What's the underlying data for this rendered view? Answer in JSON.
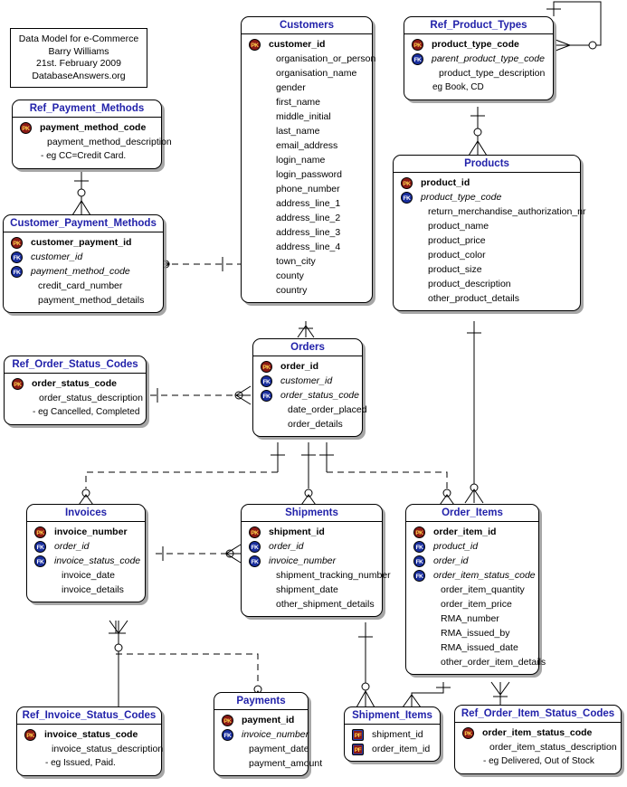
{
  "diagram": {
    "title": "Data Model for e-Commerce",
    "author": "Barry Williams",
    "date": "21st. February 2009",
    "site": "DatabaseAnswers.org",
    "notation": "crows-foot",
    "colors": {
      "entity_title": "#2222aa",
      "pk_badge": "#8b1a16",
      "fk_badge": "#1a2f9e",
      "background": "#ffffff",
      "line": "#000000"
    }
  },
  "entities": {
    "ref_payment_methods": {
      "name": "Ref_Payment_Methods",
      "attrs": [
        {
          "key": "PK",
          "name": "payment_method_code"
        },
        {
          "key": "",
          "name": "payment_method_description"
        },
        {
          "key": "",
          "name": "- eg CC=Credit Card."
        }
      ]
    },
    "customer_payment_methods": {
      "name": "Customer_Payment_Methods",
      "attrs": [
        {
          "key": "PK",
          "name": "customer_payment_id"
        },
        {
          "key": "FK",
          "name": "customer_id"
        },
        {
          "key": "FK",
          "name": "payment_method_code"
        },
        {
          "key": "",
          "name": "credit_card_number"
        },
        {
          "key": "",
          "name": "payment_method_details"
        }
      ]
    },
    "customers": {
      "name": "Customers",
      "attrs": [
        {
          "key": "PK",
          "name": "customer_id"
        },
        {
          "key": "",
          "name": "organisation_or_person"
        },
        {
          "key": "",
          "name": "organisation_name"
        },
        {
          "key": "",
          "name": "gender"
        },
        {
          "key": "",
          "name": "first_name"
        },
        {
          "key": "",
          "name": "middle_initial"
        },
        {
          "key": "",
          "name": "last_name"
        },
        {
          "key": "",
          "name": "email_address"
        },
        {
          "key": "",
          "name": "login_name"
        },
        {
          "key": "",
          "name": "login_password"
        },
        {
          "key": "",
          "name": "phone_number"
        },
        {
          "key": "",
          "name": "address_line_1"
        },
        {
          "key": "",
          "name": "address_line_2"
        },
        {
          "key": "",
          "name": "address_line_3"
        },
        {
          "key": "",
          "name": "address_line_4"
        },
        {
          "key": "",
          "name": "town_city"
        },
        {
          "key": "",
          "name": "county"
        },
        {
          "key": "",
          "name": "country"
        }
      ]
    },
    "ref_product_types": {
      "name": "Ref_Product_Types",
      "attrs": [
        {
          "key": "PK",
          "name": "product_type_code"
        },
        {
          "key": "FK",
          "name": "parent_product_type_code"
        },
        {
          "key": "",
          "name": "product_type_description"
        },
        {
          "key": "",
          "name": "eg Book, CD"
        }
      ]
    },
    "products": {
      "name": "Products",
      "attrs": [
        {
          "key": "PK",
          "name": "product_id"
        },
        {
          "key": "FK",
          "name": "product_type_code"
        },
        {
          "key": "",
          "name": "return_merchandise_authorization_nr"
        },
        {
          "key": "",
          "name": "product_name"
        },
        {
          "key": "",
          "name": "product_price"
        },
        {
          "key": "",
          "name": "product_color"
        },
        {
          "key": "",
          "name": "product_size"
        },
        {
          "key": "",
          "name": "product_description"
        },
        {
          "key": "",
          "name": "other_product_details"
        }
      ]
    },
    "ref_order_status_codes": {
      "name": "Ref_Order_Status_Codes",
      "attrs": [
        {
          "key": "PK",
          "name": "order_status_code"
        },
        {
          "key": "",
          "name": "order_status_description"
        },
        {
          "key": "",
          "name": "- eg Cancelled, Completed"
        }
      ]
    },
    "orders": {
      "name": "Orders",
      "attrs": [
        {
          "key": "PK",
          "name": "order_id"
        },
        {
          "key": "FK",
          "name": "customer_id"
        },
        {
          "key": "FK",
          "name": "order_status_code"
        },
        {
          "key": "",
          "name": "date_order_placed"
        },
        {
          "key": "",
          "name": "order_details"
        }
      ]
    },
    "invoices": {
      "name": "Invoices",
      "attrs": [
        {
          "key": "PK",
          "name": "invoice_number"
        },
        {
          "key": "FK",
          "name": "order_id"
        },
        {
          "key": "FK",
          "name": "invoice_status_code"
        },
        {
          "key": "",
          "name": "invoice_date"
        },
        {
          "key": "",
          "name": "invoice_details"
        }
      ]
    },
    "shipments": {
      "name": "Shipments",
      "attrs": [
        {
          "key": "PK",
          "name": "shipment_id"
        },
        {
          "key": "FK",
          "name": "order_id"
        },
        {
          "key": "FK",
          "name": "invoice_number"
        },
        {
          "key": "",
          "name": "shipment_tracking_number"
        },
        {
          "key": "",
          "name": "shipment_date"
        },
        {
          "key": "",
          "name": "other_shipment_details"
        }
      ]
    },
    "order_items": {
      "name": "Order_Items",
      "attrs": [
        {
          "key": "PK",
          "name": "order_item_id"
        },
        {
          "key": "FK",
          "name": "product_id"
        },
        {
          "key": "FK",
          "name": "order_id"
        },
        {
          "key": "FK",
          "name": "order_item_status_code"
        },
        {
          "key": "",
          "name": "order_item_quantity"
        },
        {
          "key": "",
          "name": "order_item_price"
        },
        {
          "key": "",
          "name": "RMA_number"
        },
        {
          "key": "",
          "name": "RMA_issued_by"
        },
        {
          "key": "",
          "name": "RMA_issued_date"
        },
        {
          "key": "",
          "name": "other_order_item_details"
        }
      ]
    },
    "ref_invoice_status_codes": {
      "name": "Ref_Invoice_Status_Codes",
      "attrs": [
        {
          "key": "PK",
          "name": "invoice_status_code"
        },
        {
          "key": "",
          "name": "invoice_status_description"
        },
        {
          "key": "",
          "name": "- eg Issued, Paid."
        }
      ]
    },
    "payments": {
      "name": "Payments",
      "attrs": [
        {
          "key": "PK",
          "name": "payment_id"
        },
        {
          "key": "FK",
          "name": "invoice_number"
        },
        {
          "key": "",
          "name": "payment_date"
        },
        {
          "key": "",
          "name": "payment_amount"
        }
      ]
    },
    "shipment_items": {
      "name": "Shipment_Items",
      "attrs": [
        {
          "key": "PF",
          "name": "shipment_id"
        },
        {
          "key": "PF",
          "name": "order_item_id"
        }
      ]
    },
    "ref_order_item_status_codes": {
      "name": "Ref_Order_Item_Status_Codes",
      "attrs": [
        {
          "key": "PK",
          "name": "order_item_status_code"
        },
        {
          "key": "",
          "name": "order_item_status_description"
        },
        {
          "key": "",
          "name": "- eg Delivered, Out of Stock"
        }
      ]
    }
  },
  "relationships": [
    {
      "from": "ref_payment_methods",
      "to": "customer_payment_methods",
      "from_card": "one",
      "to_card": "zero-or-many"
    },
    {
      "from": "customers",
      "to": "customer_payment_methods",
      "from_card": "one",
      "to_card": "zero-or-many"
    },
    {
      "from": "customers",
      "to": "orders",
      "from_card": "one",
      "to_card": "zero-or-many"
    },
    {
      "from": "ref_order_status_codes",
      "to": "orders",
      "from_card": "one",
      "to_card": "zero-or-many"
    },
    {
      "from": "ref_product_types",
      "to": "ref_product_types",
      "from_card": "one",
      "to_card": "zero-or-many"
    },
    {
      "from": "ref_product_types",
      "to": "products",
      "from_card": "one",
      "to_card": "zero-or-many"
    },
    {
      "from": "products",
      "to": "order_items",
      "from_card": "one",
      "to_card": "zero-or-many"
    },
    {
      "from": "orders",
      "to": "invoices",
      "from_card": "one",
      "to_card": "zero-or-many"
    },
    {
      "from": "orders",
      "to": "shipments",
      "from_card": "one",
      "to_card": "zero-or-many"
    },
    {
      "from": "orders",
      "to": "order_items",
      "from_card": "one",
      "to_card": "zero-or-many"
    },
    {
      "from": "invoices",
      "to": "shipments",
      "from_card": "one",
      "to_card": "zero-or-many"
    },
    {
      "from": "invoices",
      "to": "payments",
      "from_card": "one",
      "to_card": "zero-or-many"
    },
    {
      "from": "ref_invoice_status_codes",
      "to": "invoices",
      "from_card": "one",
      "to_card": "zero-or-many"
    },
    {
      "from": "shipments",
      "to": "shipment_items",
      "from_card": "one",
      "to_card": "zero-or-many"
    },
    {
      "from": "order_items",
      "to": "shipment_items",
      "from_card": "one",
      "to_card": "zero-or-many"
    },
    {
      "from": "ref_order_item_status_codes",
      "to": "order_items",
      "from_card": "one",
      "to_card": "zero-or-many"
    }
  ]
}
